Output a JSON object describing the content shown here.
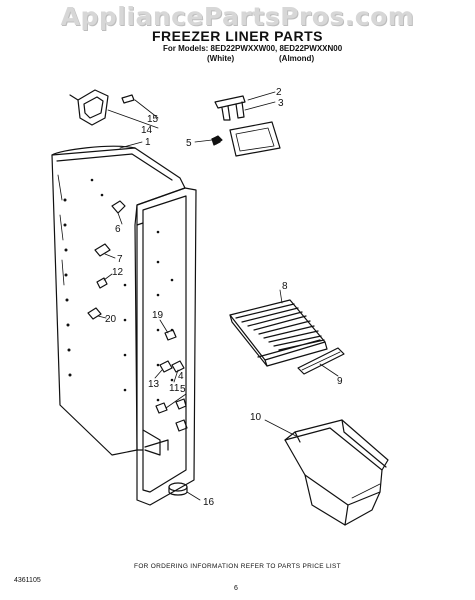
{
  "watermark": "AppliancePartsPros.com",
  "title": "FREEZER LINER PARTS",
  "models_line": "For Models: 8ED22PWXXW00, 8ED22PWXXN00",
  "variants": {
    "white": "(White)",
    "almond": "(Almond)"
  },
  "callouts": [
    "1",
    "2",
    "3",
    "4",
    "5",
    "5",
    "6",
    "7",
    "8",
    "9",
    "10",
    "11",
    "12",
    "13",
    "14",
    "15",
    "16",
    "19",
    "20"
  ],
  "footer_note": "FOR ORDERING INFORMATION REFER TO PARTS PRICE LIST",
  "document_number": "4361105",
  "page_number": "6"
}
